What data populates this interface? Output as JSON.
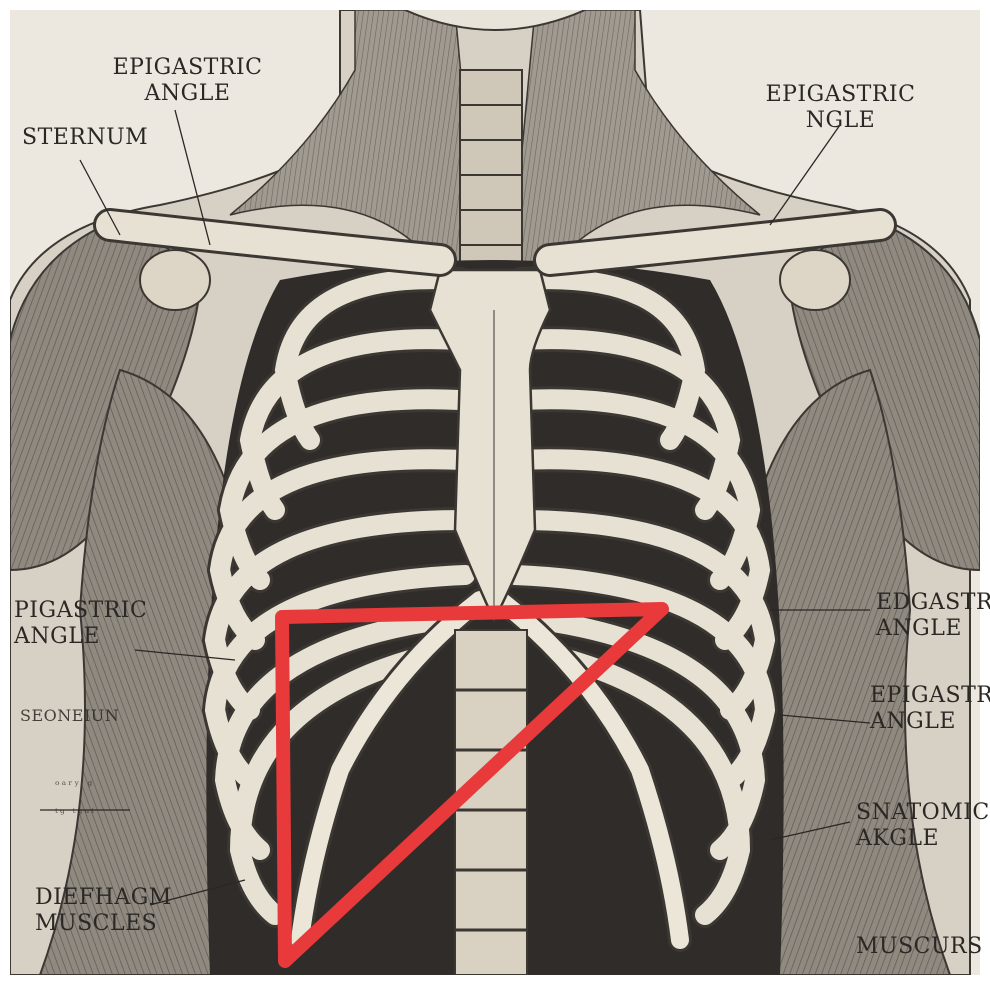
{
  "labels": {
    "top_left_1": "EPIGASTRIC",
    "top_left_2": "ANGLE",
    "sternum": "STERNUM",
    "top_right_1": "EPIGASTRIC",
    "top_right_2": "NGLE",
    "mid_left_1": "PIGASTRIC",
    "mid_left_2": "ANGLE",
    "mid_left_small": "SEONEIUN",
    "mid_left_tiny_1": "ᵒᵃʳʸ ᵍ",
    "mid_left_tiny_2": "ᵗᵍ ᵗᵍᵘᵗ",
    "bottom_left_1": "DIEFHAGM",
    "bottom_left_2": "MUSCLES",
    "right_1a": "EDGASTRI",
    "right_1b": "ANGLE",
    "right_2a": "EPIGASTRI",
    "right_2b": "ANGLE",
    "right_3a": "SNATOMIC",
    "right_3b": "AKGLE",
    "bottom_right": "MUSCURS"
  },
  "colors": {
    "paper": "#ece8e0",
    "ink": "#2a2724",
    "bone": "#e7e1d3",
    "bone_shadow": "#b9b1a1",
    "muscle": "#9a948b",
    "dark_gap": "#2f2c29",
    "highlight_triangle": "#e83a3a"
  }
}
